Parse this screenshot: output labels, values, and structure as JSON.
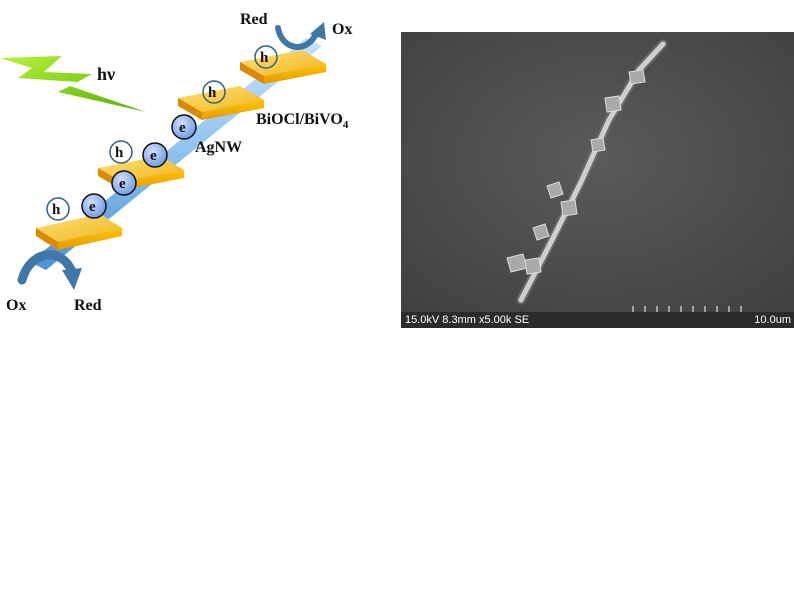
{
  "diagram": {
    "light_label": "hν",
    "wire_label": "AgNW",
    "catalyst_label": "BiOCl/BiVO",
    "catalyst_subscript": "4",
    "top_red": "Red",
    "top_ox": "Ox",
    "bottom_ox": "Ox",
    "bottom_red": "Red",
    "hole_symbol": "h",
    "electron_symbol": "e",
    "colors": {
      "wire": "#8ec2ee",
      "plate": "#f5b400",
      "plate_top": "#ffd24a",
      "electron": "#8fb4ea",
      "arrow": "#3f77a7",
      "lightning": "#7fd000"
    }
  },
  "sem": {
    "info": "15.0kV 8.3mm x5.00k SE",
    "scale_label": "10.0um"
  }
}
